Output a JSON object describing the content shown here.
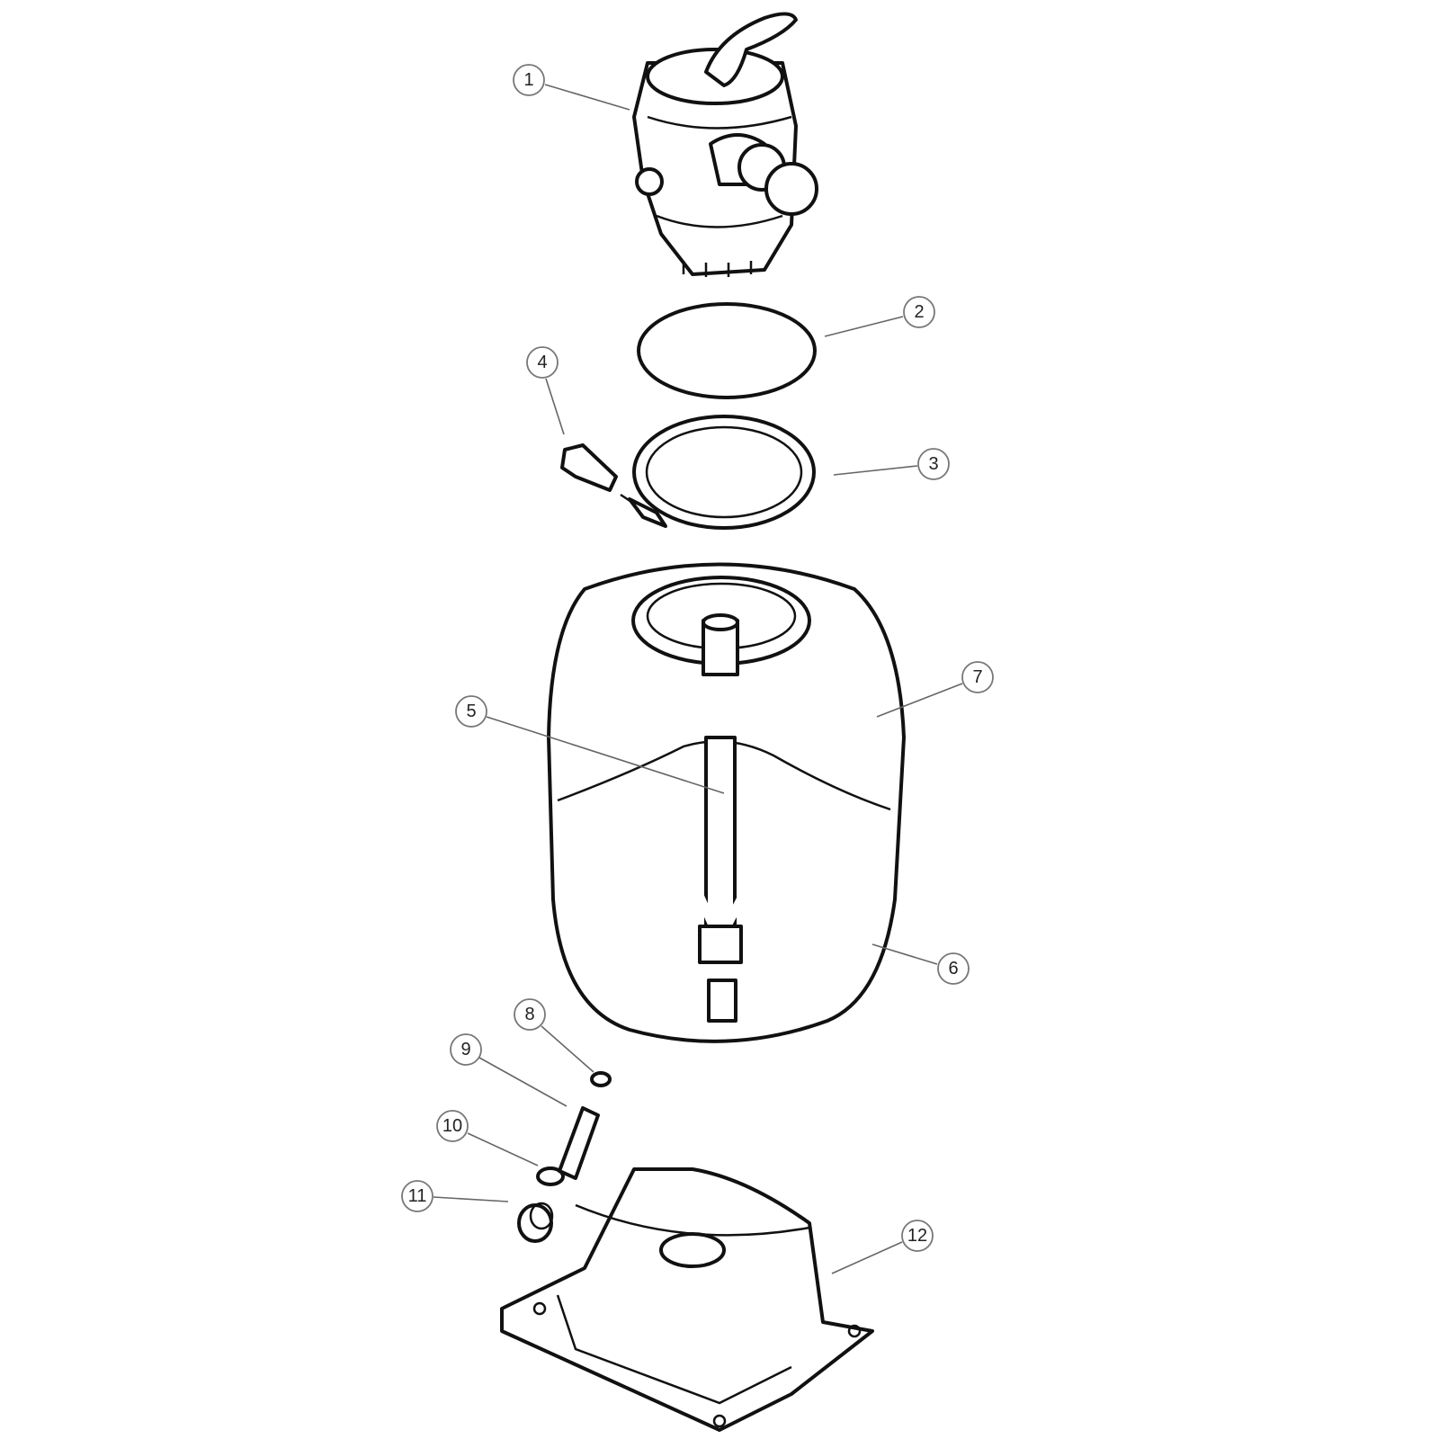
{
  "callouts": [
    {
      "label": "1",
      "part": "multiport-valve"
    },
    {
      "label": "2",
      "part": "o-ring"
    },
    {
      "label": "3",
      "part": "clamp"
    },
    {
      "label": "4",
      "part": "drain-plug"
    },
    {
      "label": "5",
      "part": "lateral-assembly"
    },
    {
      "label": "6",
      "part": "lateral"
    },
    {
      "label": "7",
      "part": "tank"
    },
    {
      "label": "8",
      "part": "o-ring-small"
    },
    {
      "label": "9",
      "part": "drain-pipe"
    },
    {
      "label": "10",
      "part": "o-ring-drain"
    },
    {
      "label": "11",
      "part": "drain-nut"
    },
    {
      "label": "12",
      "part": "base"
    }
  ]
}
